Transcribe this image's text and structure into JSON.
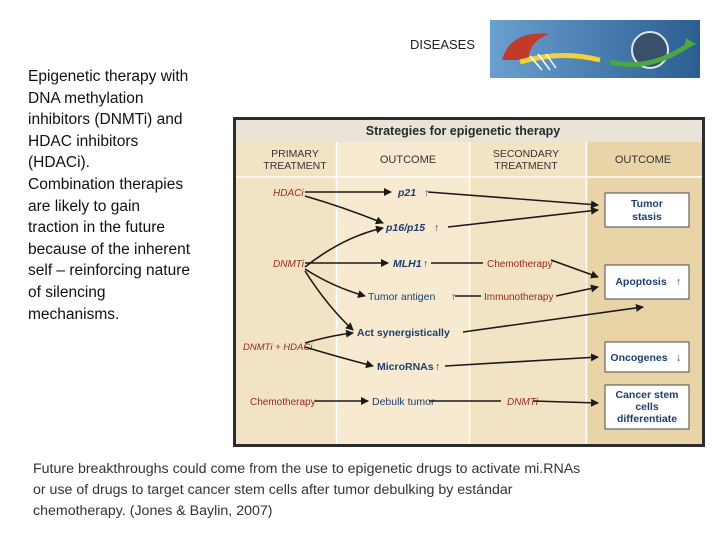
{
  "slide": {
    "header_label": "DISEASES",
    "left_lines": [
      "Epigenetic therapy with",
      "DNA methylation",
      "inhibitors (DNMTi)  and",
      "HDAC inhibitors",
      "(HDACi).",
      "Combination therapies",
      "are  likely to gain",
      "traction in the future",
      "because of the inherent",
      "self – reinforcing nature",
      "of silencing",
      "mechanisms."
    ],
    "caption_lines": [
      "Future breakthroughs could come from the use to epigenetic drugs to activate mi.RNAs",
      "or use of drugs to target cancer stem cells after tumor debulking by estándar",
      "chemotherapy. (Jones & Baylin, 2007)"
    ]
  },
  "diagram": {
    "title": "Strategies for epigenetic therapy",
    "col_primary_1": "PRIMARY",
    "col_primary_2": "TREATMENT",
    "col_outcome1": "OUTCOME",
    "col_secondary_1": "SECONDARY",
    "col_secondary_2": "TREATMENT",
    "col_outcome2": "OUTCOME",
    "hdaci": "HDACi",
    "dnmti": "DNMTi",
    "dnmti_hdaci": "DNMTi + HDACi",
    "chemotherapy": "Chemotherapy",
    "p21": "p21",
    "p16p15": "p16/p15",
    "mlh1": "MLH1",
    "tumor_antigen": "Tumor antigen",
    "act_syn": "Act synergistically",
    "micrornas": "MicroRNAs",
    "debulk": "Debulk tumor",
    "sec_chemo": "Chemotherapy",
    "sec_immuno": "Immunotherapy",
    "sec_dnmti": "DNMTi",
    "tumor_stasis_1": "Tumor",
    "tumor_stasis_2": "stasis",
    "apoptosis": "Apoptosis",
    "oncogenes": "Oncogenes",
    "csc_1": "Cancer stem",
    "csc_2": "cells",
    "csc_3": "differentiate",
    "up_arrow": "↑",
    "down_arrow": "↓"
  }
}
